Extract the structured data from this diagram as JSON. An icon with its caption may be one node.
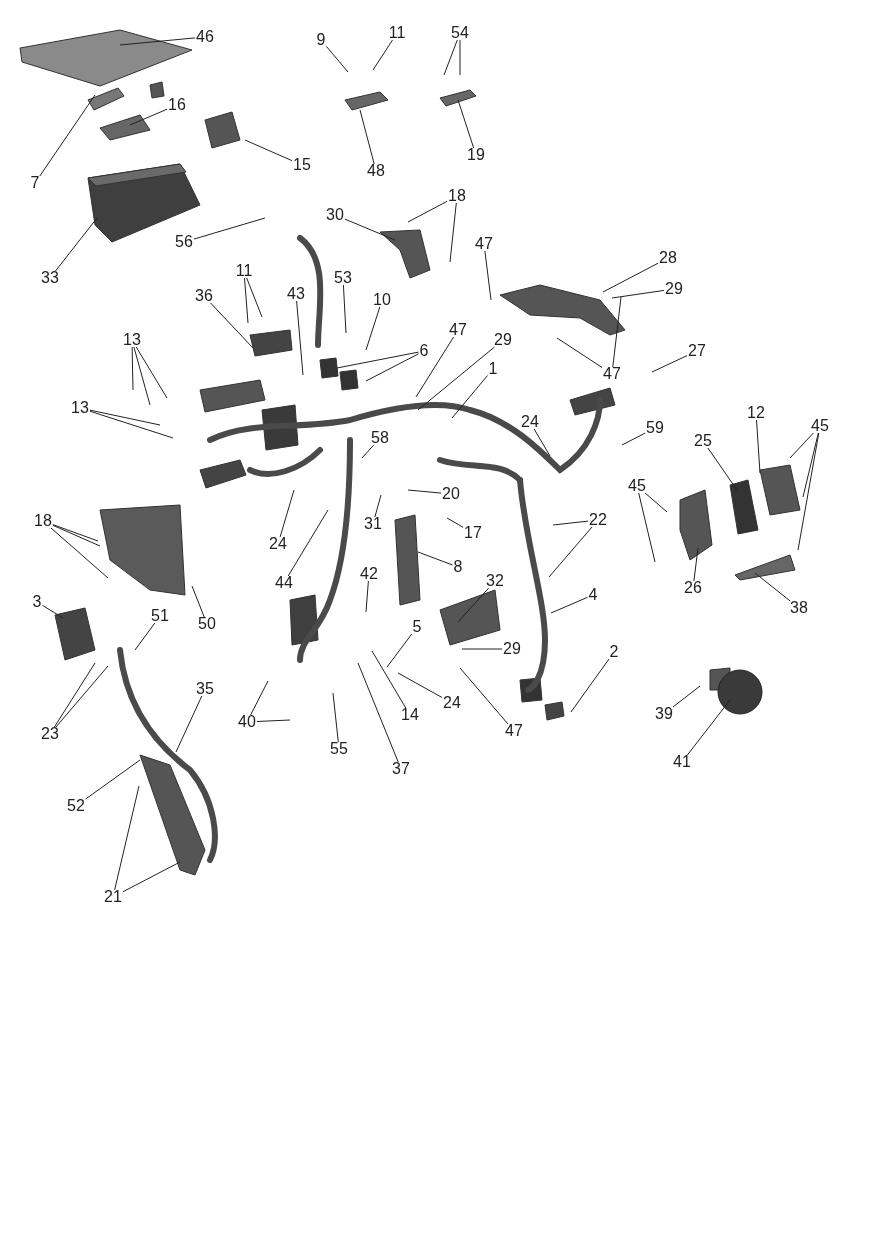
{
  "diagram": {
    "nodes": [
      {
        "text": [
          "46"
        ]
      },
      {
        "text": [
          "9"
        ]
      },
      {
        "text": [
          "11"
        ]
      },
      {
        "text": [
          "54"
        ]
      },
      {
        "text": [
          "7"
        ]
      },
      {
        "text": [
          "16"
        ]
      },
      {
        "text": [
          "15"
        ]
      },
      {
        "text": [
          "48"
        ]
      },
      {
        "text": [
          "19"
        ]
      },
      {
        "text": [
          "33"
        ]
      },
      {
        "text": [
          "56"
        ]
      },
      {
        "text": [
          "30"
        ]
      },
      {
        "text": [
          "18"
        ]
      },
      {
        "text": [
          "47"
        ]
      },
      {
        "text": [
          "28"
        ]
      },
      {
        "text": [
          "29"
        ]
      },
      {
        "text": [
          "47"
        ]
      },
      {
        "text": [
          "27"
        ]
      },
      {
        "text": [
          "36"
        ]
      },
      {
        "text": [
          "11"
        ]
      },
      {
        "text": [
          "43"
        ]
      },
      {
        "text": [
          "53"
        ]
      },
      {
        "text": [
          "10"
        ]
      },
      {
        "text": [
          "6"
        ]
      },
      {
        "text": [
          "13"
        ]
      },
      {
        "text": [
          "13"
        ]
      },
      {
        "text": [
          "47"
        ]
      },
      {
        "text": [
          "29"
        ]
      },
      {
        "text": [
          "1"
        ]
      },
      {
        "text": [
          "24"
        ]
      },
      {
        "text": [
          "59"
        ]
      },
      {
        "text": [
          "12"
        ]
      },
      {
        "text": [
          "45"
        ]
      },
      {
        "text": [
          "25"
        ]
      },
      {
        "text": [
          "45"
        ]
      },
      {
        "text": [
          "58"
        ]
      },
      {
        "text": [
          "20"
        ]
      },
      {
        "text": [
          "31"
        ]
      },
      {
        "text": [
          "17"
        ]
      },
      {
        "text": [
          "22"
        ]
      },
      {
        "text": [
          "24"
        ]
      },
      {
        "text": [
          "44"
        ]
      },
      {
        "text": [
          "18"
        ]
      },
      {
        "text": [
          "50"
        ]
      },
      {
        "text": [
          "8"
        ]
      },
      {
        "text": [
          "26"
        ]
      },
      {
        "text": [
          "38"
        ]
      },
      {
        "text": [
          "42"
        ]
      },
      {
        "text": [
          "32"
        ]
      },
      {
        "text": [
          "4"
        ]
      },
      {
        "text": [
          "3"
        ]
      },
      {
        "text": [
          "51"
        ]
      },
      {
        "text": [
          "29"
        ]
      },
      {
        "text": [
          "5"
        ]
      },
      {
        "text": [
          "2"
        ]
      },
      {
        "text": [
          "23"
        ]
      },
      {
        "text": [
          "35"
        ]
      },
      {
        "text": [
          "40"
        ]
      },
      {
        "text": [
          "55"
        ]
      },
      {
        "text": [
          "14"
        ]
      },
      {
        "text": [
          "24"
        ]
      },
      {
        "text": [
          "47"
        ]
      },
      {
        "text": [
          "37"
        ]
      },
      {
        "text": [
          "39"
        ]
      },
      {
        "text": [
          "41"
        ]
      },
      {
        "text": [
          "52"
        ]
      },
      {
        "text": [
          "21"
        ]
      }
    ],
    "edges": [
      {
        "from": 0,
        "to": null,
        "arrow": "none"
      },
      {
        "from": 1,
        "to": null,
        "arrow": "none"
      },
      {
        "from": 2,
        "to": null,
        "arrow": "none"
      },
      {
        "from": 3,
        "to": null,
        "arrow": "none"
      },
      {
        "from": 3,
        "to": null,
        "arrow": "none"
      },
      {
        "from": 4,
        "to": null,
        "arrow": "none"
      },
      {
        "from": 5,
        "to": null,
        "arrow": "none"
      },
      {
        "from": 6,
        "to": null,
        "arrow": "none"
      },
      {
        "from": 7,
        "to": null,
        "arrow": "none"
      },
      {
        "from": 8,
        "to": null,
        "arrow": "none"
      },
      {
        "from": 9,
        "to": null,
        "arrow": "none"
      },
      {
        "from": 10,
        "to": null,
        "arrow": "none"
      },
      {
        "from": 11,
        "to": null,
        "arrow": "none"
      },
      {
        "from": 12,
        "to": null,
        "arrow": "none"
      },
      {
        "from": 12,
        "to": null,
        "arrow": "none"
      },
      {
        "from": 13,
        "to": null,
        "arrow": "none"
      },
      {
        "from": 14,
        "to": null,
        "arrow": "none"
      },
      {
        "from": 15,
        "to": null,
        "arrow": "none"
      },
      {
        "from": 16,
        "to": null,
        "arrow": "none"
      },
      {
        "from": 16,
        "to": null,
        "arrow": "none"
      },
      {
        "from": 17,
        "to": null,
        "arrow": "none"
      },
      {
        "from": 18,
        "to": null,
        "arrow": "none"
      },
      {
        "from": 19,
        "to": null,
        "arrow": "none"
      },
      {
        "from": 19,
        "to": null,
        "arrow": "none"
      },
      {
        "from": 20,
        "to": null,
        "arrow": "none"
      },
      {
        "from": 21,
        "to": null,
        "arrow": "none"
      },
      {
        "from": 22,
        "to": null,
        "arrow": "none"
      },
      {
        "from": 23,
        "to": null,
        "arrow": "none"
      },
      {
        "from": 23,
        "to": null,
        "arrow": "none"
      },
      {
        "from": 24,
        "to": null,
        "arrow": "none"
      },
      {
        "from": 24,
        "to": null,
        "arrow": "none"
      },
      {
        "from": 24,
        "to": null,
        "arrow": "none"
      },
      {
        "from": 25,
        "to": null,
        "arrow": "none"
      },
      {
        "from": 25,
        "to": null,
        "arrow": "none"
      },
      {
        "from": 26,
        "to": null,
        "arrow": "none"
      },
      {
        "from": 27,
        "to": null,
        "arrow": "none"
      },
      {
        "from": 28,
        "to": null,
        "arrow": "none"
      },
      {
        "from": 29,
        "to": null,
        "arrow": "none"
      },
      {
        "from": 30,
        "to": null,
        "arrow": "none"
      },
      {
        "from": 31,
        "to": null,
        "arrow": "none"
      },
      {
        "from": 32,
        "to": null,
        "arrow": "none"
      },
      {
        "from": 32,
        "to": null,
        "arrow": "none"
      },
      {
        "from": 32,
        "to": null,
        "arrow": "none"
      },
      {
        "from": 33,
        "to": null,
        "arrow": "none"
      },
      {
        "from": 34,
        "to": null,
        "arrow": "none"
      },
      {
        "from": 34,
        "to": null,
        "arrow": "none"
      },
      {
        "from": 35,
        "to": null,
        "arrow": "none"
      },
      {
        "from": 36,
        "to": null,
        "arrow": "none"
      },
      {
        "from": 37,
        "to": null,
        "arrow": "none"
      },
      {
        "from": 38,
        "to": null,
        "arrow": "none"
      },
      {
        "from": 39,
        "to": null,
        "arrow": "none"
      },
      {
        "from": 39,
        "to": null,
        "arrow": "none"
      },
      {
        "from": 40,
        "to": null,
        "arrow": "none"
      },
      {
        "from": 41,
        "to": null,
        "arrow": "none"
      },
      {
        "from": 42,
        "to": null,
        "arrow": "none"
      },
      {
        "from": 42,
        "to": null,
        "arrow": "none"
      },
      {
        "from": 42,
        "to": null,
        "arrow": "none"
      },
      {
        "from": 43,
        "to": null,
        "arrow": "none"
      },
      {
        "from": 44,
        "to": null,
        "arrow": "none"
      },
      {
        "from": 45,
        "to": null,
        "arrow": "none"
      },
      {
        "from": 46,
        "to": null,
        "arrow": "none"
      },
      {
        "from": 47,
        "to": null,
        "arrow": "none"
      },
      {
        "from": 48,
        "to": null,
        "arrow": "none"
      },
      {
        "from": 49,
        "to": null,
        "arrow": "none"
      },
      {
        "from": 50,
        "to": null,
        "arrow": "none"
      },
      {
        "from": 51,
        "to": null,
        "arrow": "none"
      },
      {
        "from": 52,
        "to": null,
        "arrow": "none"
      },
      {
        "from": 53,
        "to": null,
        "arrow": "none"
      },
      {
        "from": 54,
        "to": null,
        "arrow": "none"
      },
      {
        "from": 55,
        "to": null,
        "arrow": "none"
      },
      {
        "from": 55,
        "to": null,
        "arrow": "none"
      },
      {
        "from": 56,
        "to": null,
        "arrow": "none"
      },
      {
        "from": 57,
        "to": null,
        "arrow": "none"
      },
      {
        "from": 57,
        "to": null,
        "arrow": "none"
      },
      {
        "from": 58,
        "to": null,
        "arrow": "none"
      },
      {
        "from": 59,
        "to": null,
        "arrow": "none"
      },
      {
        "from": 60,
        "to": null,
        "arrow": "none"
      },
      {
        "from": 61,
        "to": null,
        "arrow": "none"
      },
      {
        "from": 62,
        "to": null,
        "arrow": "none"
      },
      {
        "from": 63,
        "to": null,
        "arrow": "none"
      },
      {
        "from": 64,
        "to": null,
        "arrow": "none"
      },
      {
        "from": 65,
        "to": null,
        "arrow": "none"
      },
      {
        "from": 66,
        "to": null,
        "arrow": "none"
      },
      {
        "from": 66,
        "to": null,
        "arrow": "none"
      }
    ]
  }
}
